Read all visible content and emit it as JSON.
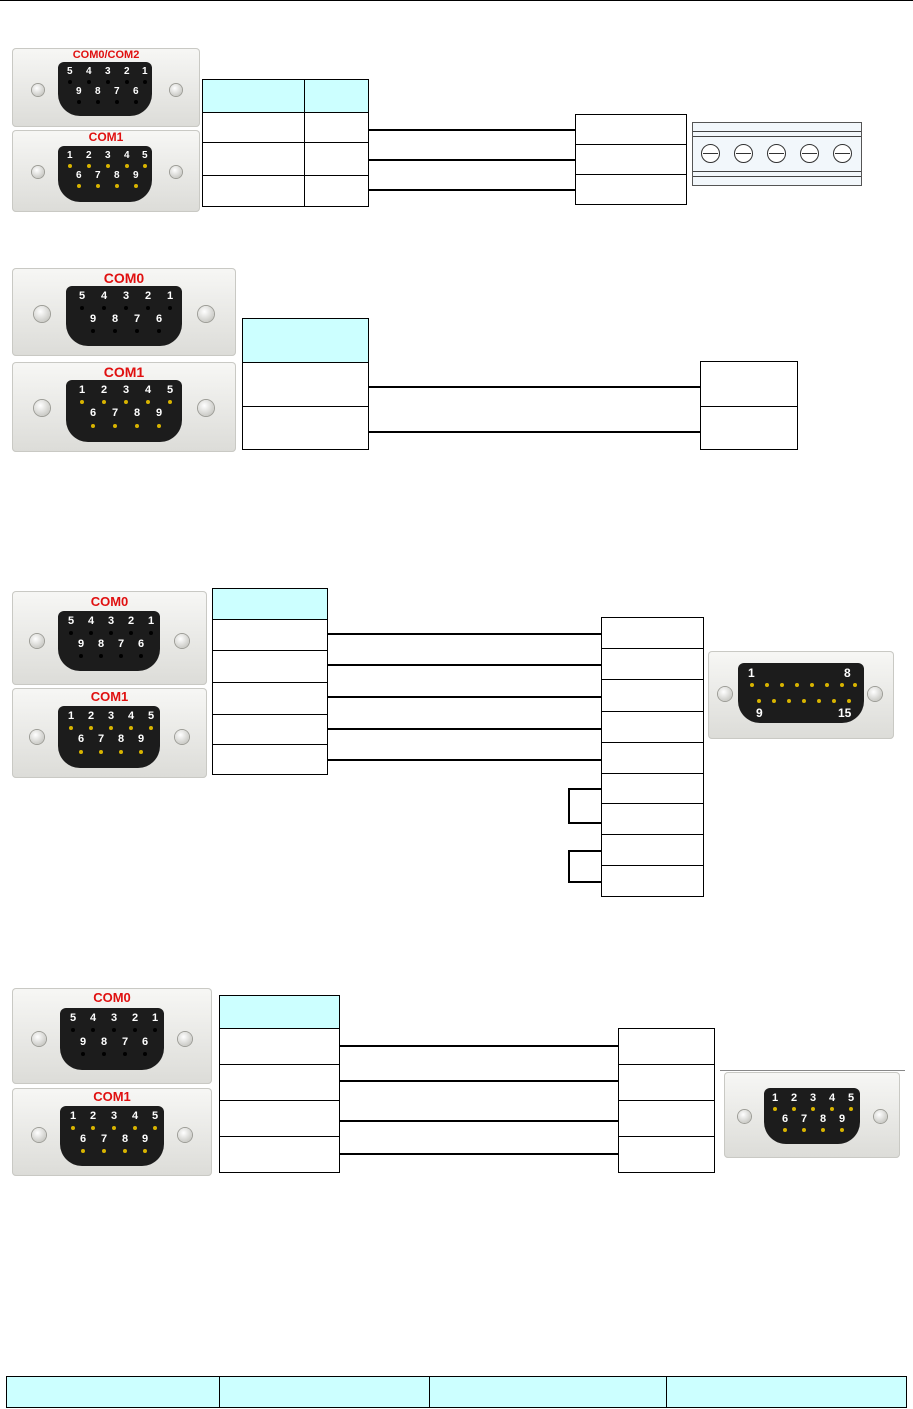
{
  "connectors": {
    "com0_com2": "COM0/COM2",
    "com0": "COM0",
    "com1": "COM1"
  },
  "pins_female": [
    "5",
    "4",
    "3",
    "2",
    "1",
    "9",
    "8",
    "7",
    "6"
  ],
  "pins_male": [
    "1",
    "2",
    "3",
    "4",
    "5",
    "6",
    "7",
    "8",
    "9"
  ],
  "db15": {
    "top_left": "1",
    "top_right": "8",
    "bottom_left": "9",
    "bottom_right": "15"
  },
  "colors": {
    "header_fill": "#ccffff",
    "connector_label": "#e01010",
    "line": "#000000"
  }
}
